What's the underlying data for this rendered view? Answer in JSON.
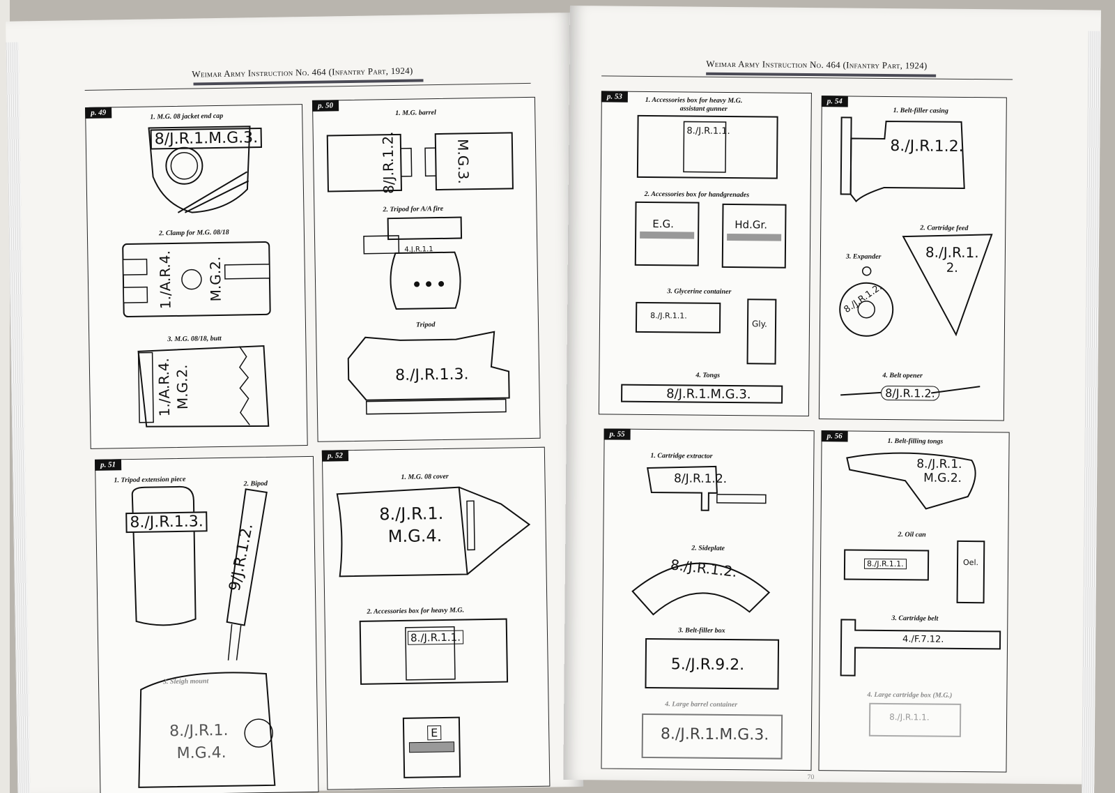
{
  "header": {
    "left": "Weimar Army Instruction No. 464 (Infantry Part, 1924)",
    "right": "Weimar Army Instruction No. 464 (Infantry Part, 1924)"
  },
  "panels": {
    "p49": {
      "tag": "p. 49",
      "c1": "1. M.G. 08 jacket end cap",
      "m1": "8/J.R.1.M.G.3.",
      "c2": "2. Clamp for M.G. 08/18",
      "m2a": "1./A.R.4.",
      "m2b": "M.G.2.",
      "c3": "3. M.G. 08/18, butt",
      "m3a": "1./A.R.4.",
      "m3b": "M.G.2."
    },
    "p50": {
      "tag": "p. 50",
      "c1": "1. M.G. barrel",
      "m1a": "8/J.R.1.2.",
      "m1b": "M.G.3.",
      "c2": "2. Tripod for A/A fire",
      "m2": "4.J.R.1.1",
      "c3": "Tripod",
      "m3": "8./J.R.1.3."
    },
    "p51": {
      "tag": "p. 51",
      "c1": "1. Tripod extension piece",
      "m1": "8./J.R.1.3.",
      "c2": "2. Bipod",
      "m2": "9/J.R.1.2.",
      "c3": "3. Sleigh mount",
      "m3a": "8./J.R.1.",
      "m3b": "M.G.4."
    },
    "p52": {
      "tag": "p. 52",
      "c1": "1. M.G. 08 cover",
      "m1a": "8./J.R.1.",
      "m1b": "M.G.4.",
      "c2": "2. Accessories box for heavy M.G.",
      "m2": "8./J.R.1.1.",
      "m3": "E"
    },
    "p53": {
      "tag": "p. 53",
      "c1a": "1. Accessories box for heavy M.G.",
      "c1b": "assistant gunner",
      "m1": "8./J.R.1.1.",
      "c2": "2. Accessories box for handgrenades",
      "m2a": "E.G.",
      "m2b": "Hd.Gr.",
      "c3": "3. Glycerine container",
      "m3a": "8./J.R.1.1.",
      "m3b": "Gly.",
      "c4": "4. Tongs",
      "m4": "8/J.R.1.M.G.3."
    },
    "p54": {
      "tag": "p. 54",
      "c1": "1. Belt-filler casing",
      "m1": "8./J.R.1.2.",
      "c2": "2. Cartridge feed",
      "m2a": "8./J.R.1.",
      "m2b": "2.",
      "c3": "3. Expander",
      "m3": "8./J.R.1.2.",
      "c4": "4. Belt opener",
      "m4": "8/J.R.1.2."
    },
    "p55": {
      "tag": "p. 55",
      "c1": "1. Cartridge extractor",
      "m1": "8/J.R.1.2.",
      "c2": "2. Sideplate",
      "m2": "8./J.R.1.2.",
      "c3": "3. Belt-filler box",
      "m3": "5./J.R.9.2.",
      "c4": "4. Large barrel container",
      "m4": "8./J.R.1.M.G.3."
    },
    "p56": {
      "tag": "p. 56",
      "c1": "1. Belt-filling tongs",
      "m1a": "8./J.R.1.",
      "m1b": "M.G.2.",
      "c2": "2. Oil can",
      "m2a": "8./J.R.1.1.",
      "m2b": "Oel.",
      "c3": "3. Cartridge belt",
      "m3": "4./F.7.12.",
      "c4": "4. Large cartridge box (M.G.)",
      "m4": "8./J.R.1.1."
    }
  },
  "page_number": "70"
}
